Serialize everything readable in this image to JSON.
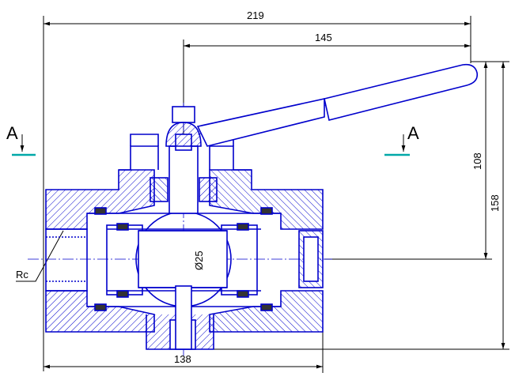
{
  "drawing": {
    "dimensions": {
      "overall_length": "219",
      "handle_reach": "145",
      "stem_to_axis_height": "108",
      "overall_height": "158",
      "body_length": "138",
      "bore_diameter": "Ø25"
    },
    "labels": {
      "thread": "Rc",
      "section_left": "A",
      "section_right": "A"
    },
    "colors": {
      "part_outline": "#0000cc",
      "dimension_lines": "#000000",
      "section_marks": "#00a8a8",
      "background": "#ffffff"
    }
  }
}
